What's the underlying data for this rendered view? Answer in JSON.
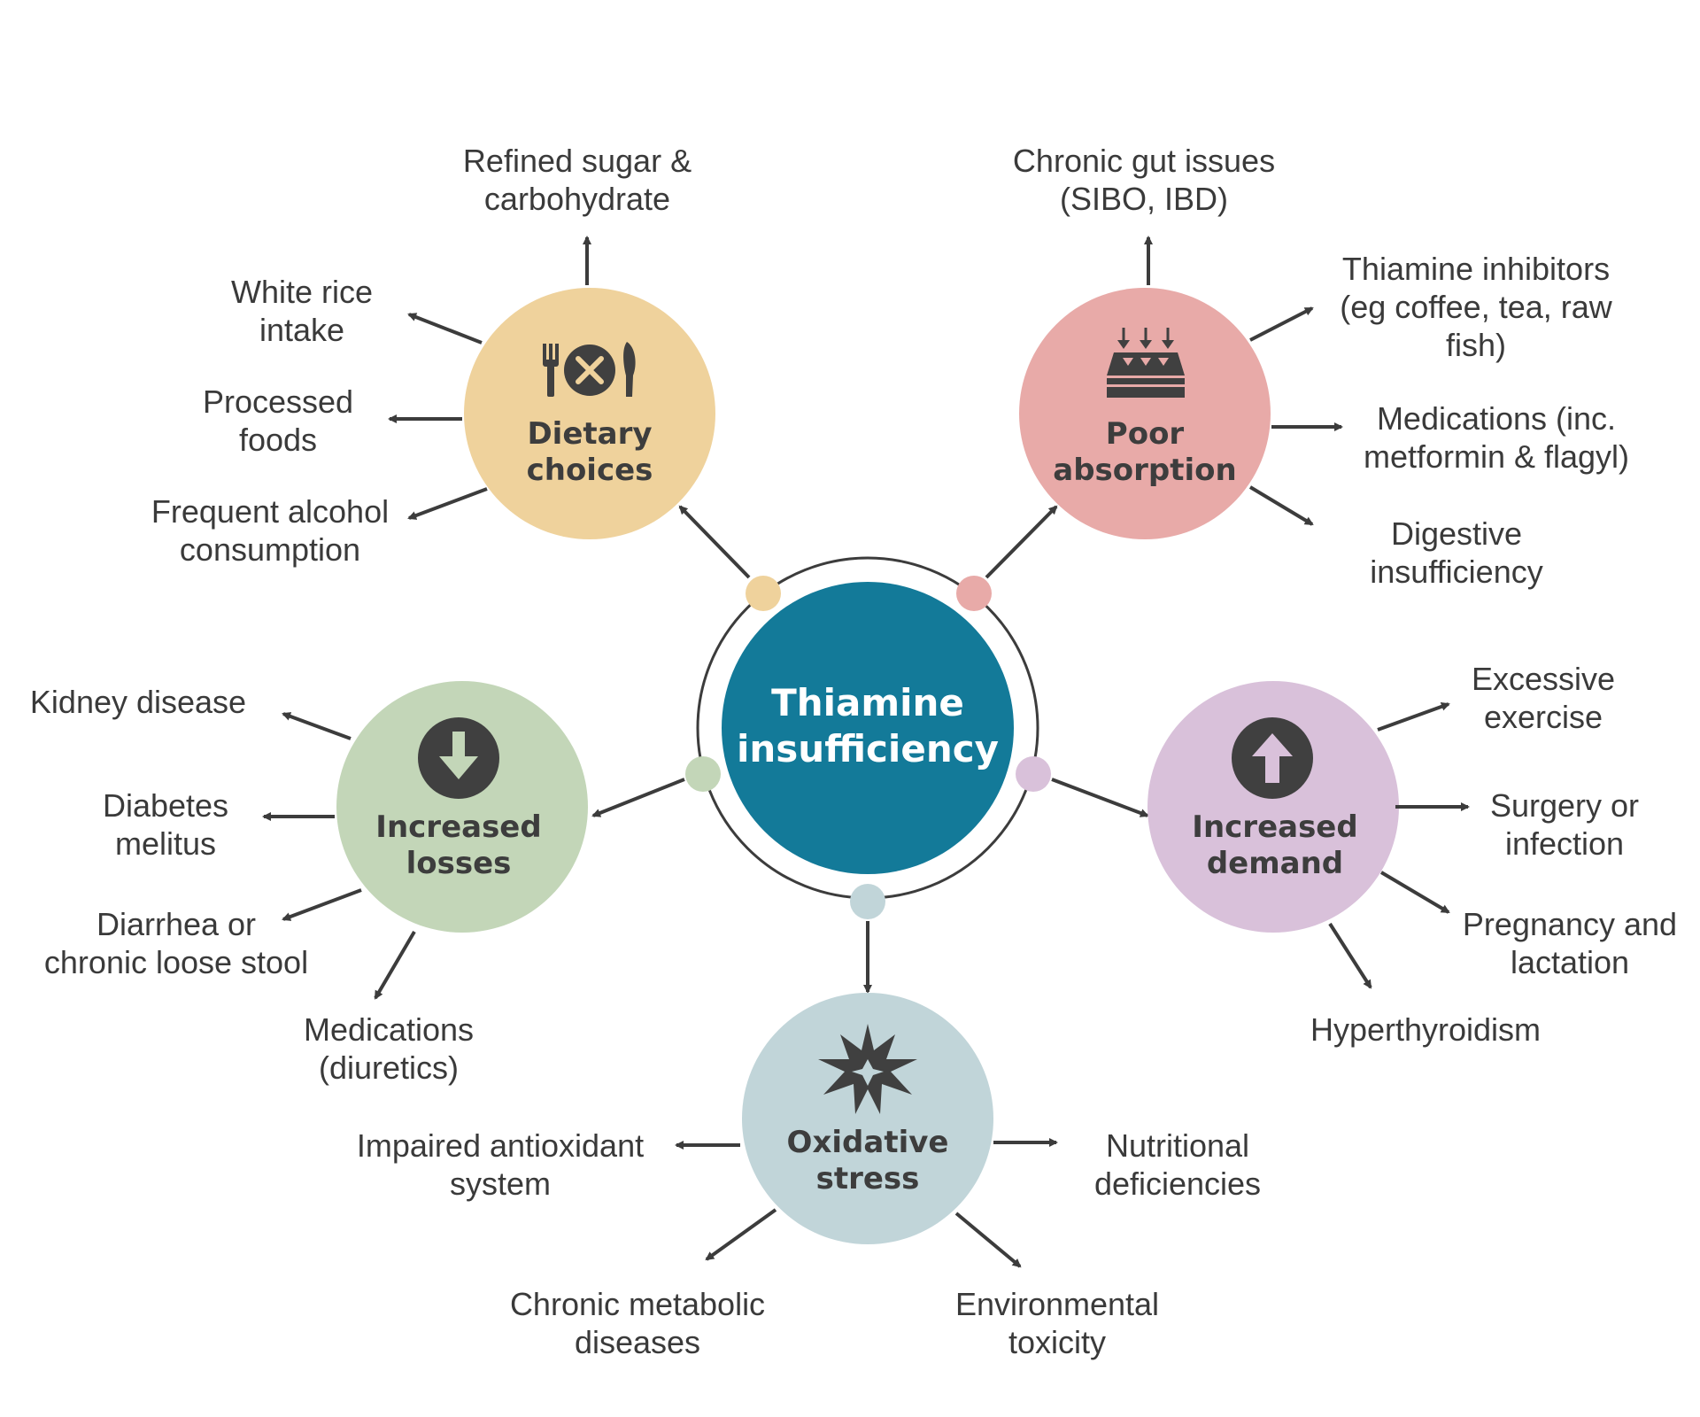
{
  "colors": {
    "center": "#137a99",
    "dietary": "#efd29c",
    "absorption": "#e8aaa8",
    "losses": "#c3d6b8",
    "demand": "#d9c1da",
    "oxidative": "#c1d5d9",
    "icon": "#404040",
    "arrow": "#3c3c3c"
  },
  "center": {
    "title": [
      "Thiamine",
      "insufficiency"
    ]
  },
  "categories": {
    "dietary": {
      "icon": "plate-cutlery-x-icon",
      "title": [
        "Dietary",
        "choices"
      ],
      "items": [
        [
          "Refined sugar &",
          "carbohydrate"
        ],
        [
          "White rice",
          "intake"
        ],
        [
          "Processed",
          "foods"
        ],
        [
          "Frequent alcohol",
          "consumption"
        ]
      ]
    },
    "absorption": {
      "icon": "absorption-tray-icon",
      "title": [
        "Poor",
        "absorption"
      ],
      "items": [
        [
          "Chronic gut issues",
          "(SIBO, IBD)"
        ],
        [
          "Thiamine inhibitors",
          "(eg coffee, tea, raw",
          "fish)"
        ],
        [
          "Medications (inc.",
          "metformin & flagyl)"
        ],
        [
          "Digestive",
          "insufficiency"
        ]
      ]
    },
    "losses": {
      "icon": "arrow-down-circle-icon",
      "title": [
        "Increased",
        "losses"
      ],
      "items": [
        [
          "Kidney disease"
        ],
        [
          "Diabetes",
          "melitus"
        ],
        [
          "Diarrhea or",
          "chronic loose stool"
        ],
        [
          "Medications",
          "(diuretics)"
        ]
      ]
    },
    "demand": {
      "icon": "arrow-up-circle-icon",
      "title": [
        "Increased",
        "demand"
      ],
      "items": [
        [
          "Excessive",
          "exercise"
        ],
        [
          "Surgery or",
          "infection"
        ],
        [
          "Pregnancy and",
          "lactation"
        ],
        [
          "Hyperthyroidism"
        ]
      ]
    },
    "oxidative": {
      "icon": "starburst-icon",
      "title": [
        "Oxidative",
        "stress"
      ],
      "items": [
        [
          "Impaired antioxidant",
          "system"
        ],
        [
          "Nutritional",
          "deficiencies"
        ],
        [
          "Chronic metabolic",
          "diseases"
        ],
        [
          "Environmental",
          "toxicity"
        ]
      ]
    }
  }
}
